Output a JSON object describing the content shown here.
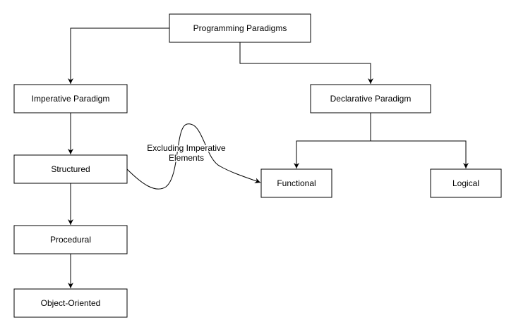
{
  "diagram": {
    "nodes": {
      "programming_paradigms": "Programming Paradigms",
      "imperative_paradigm": "Imperative Paradigm",
      "declarative_paradigm": "Declarative Paradigm",
      "structured": "Structured",
      "procedural": "Procedural",
      "object_oriented": "Object-Oriented",
      "functional": "Functional",
      "logical": "Logical"
    },
    "edge_labels": {
      "structured_to_functional_line1": "Excluding Imperative",
      "structured_to_functional_line2": "Elements"
    },
    "colors": {
      "stroke": "#000000",
      "fill": "#ffffff"
    }
  }
}
